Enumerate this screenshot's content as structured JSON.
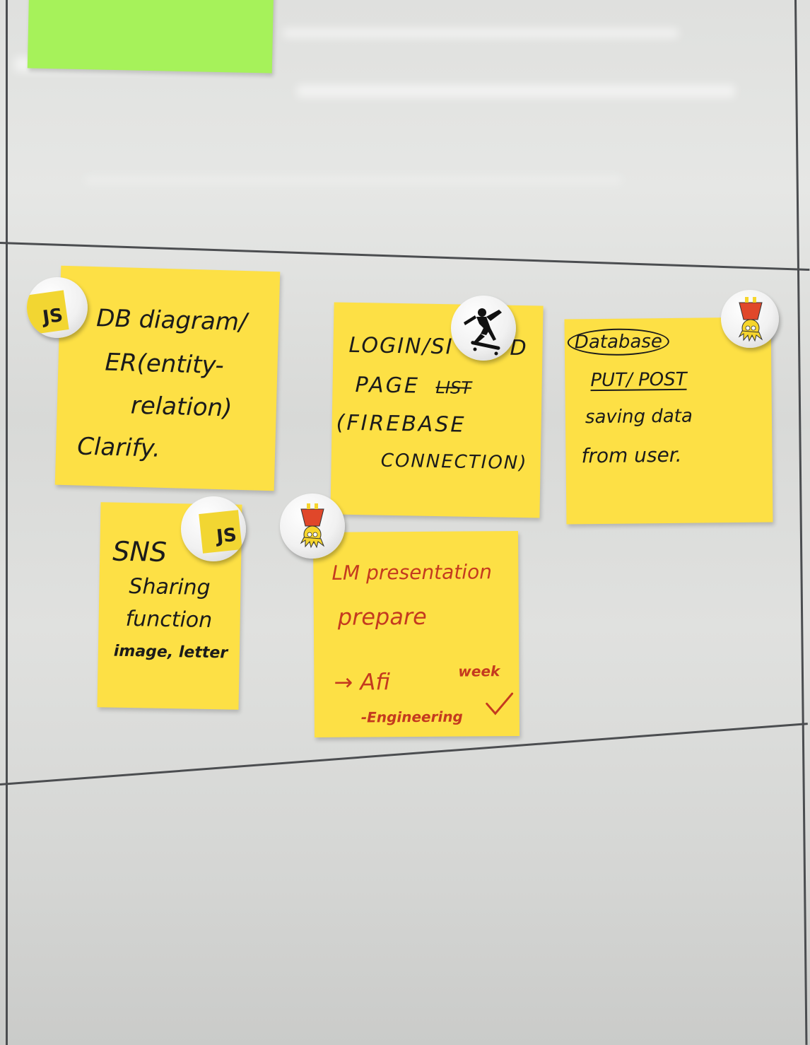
{
  "notes": {
    "db": {
      "line1": "DB diagram/",
      "line2": "ER(entity-",
      "line3": "relation)",
      "line4": "Clarify."
    },
    "login": {
      "line1": "LOGIN/SI",
      "line1b": "D",
      "line2a": "PAGE",
      "line2b": "LIST",
      "line3": "(FIREBASE",
      "line4": "CONNECTION)"
    },
    "database": {
      "line1": "Database",
      "line2": "PUT/ POST",
      "line3": "saving data",
      "line4": "from user."
    },
    "sns": {
      "line1": "SNS",
      "line2": "Sharing",
      "line3": "function",
      "line4": "image, letter"
    },
    "lm": {
      "line1": "LM presentation",
      "line2": "prepare",
      "line3": "→ Afi",
      "line3b": "week",
      "line4": "-Engineering"
    }
  },
  "badges": {
    "js1": "JS",
    "js2": "JS"
  },
  "colors": {
    "sticky_yellow": "#fde045",
    "sticky_green": "#a6f25a",
    "marker_black": "#1b1b1b",
    "marker_red": "#c43a1f",
    "js_yellow": "#f2d632"
  }
}
